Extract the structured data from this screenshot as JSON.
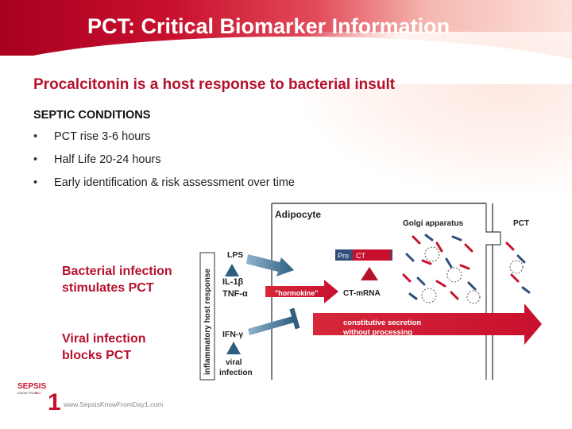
{
  "slide": {
    "title": "PCT: Critical Biomarker Information",
    "subtitle": "Procalcitonin is a host response to bacterial insult",
    "section": "SEPTIC CONDITIONS",
    "bullets": [
      "PCT rise 3-6 hours",
      "Half Life 20-24 hours",
      "Early identification & risk assessment over time"
    ],
    "bacterial_label": [
      "Bacterial infection",
      "stimulates PCT"
    ],
    "viral_label": [
      "Viral infection",
      "blocks PCT"
    ]
  },
  "diagram": {
    "side_label": "inflammatory host response",
    "adipocyte": "Adipocyte",
    "golgi": "Golgi apparatus",
    "pct": "PCT",
    "lps": "LPS",
    "il1": "IL-1β",
    "tnf": "TNF-α",
    "ifn": "IFN-γ",
    "viral": [
      "viral",
      "infection"
    ],
    "hormokine": "\"hormokine\"",
    "procalc_pro": "Pro",
    "procalc_ct": "CT",
    "ctmrna": "CT-mRNA",
    "secretion": [
      "constitutive secretion",
      "without processing"
    ],
    "colors": {
      "brand_red": "#c8102e",
      "steel_blue": "#3d6a8a",
      "label_red": "#b5122c"
    }
  },
  "footer": {
    "brand_top": "SEPSIS",
    "brand_sub": "KNOW FROM",
    "brand_day": "DAY",
    "brand_num": "1",
    "url": "www.SepsisKnowFromDay1.com"
  }
}
